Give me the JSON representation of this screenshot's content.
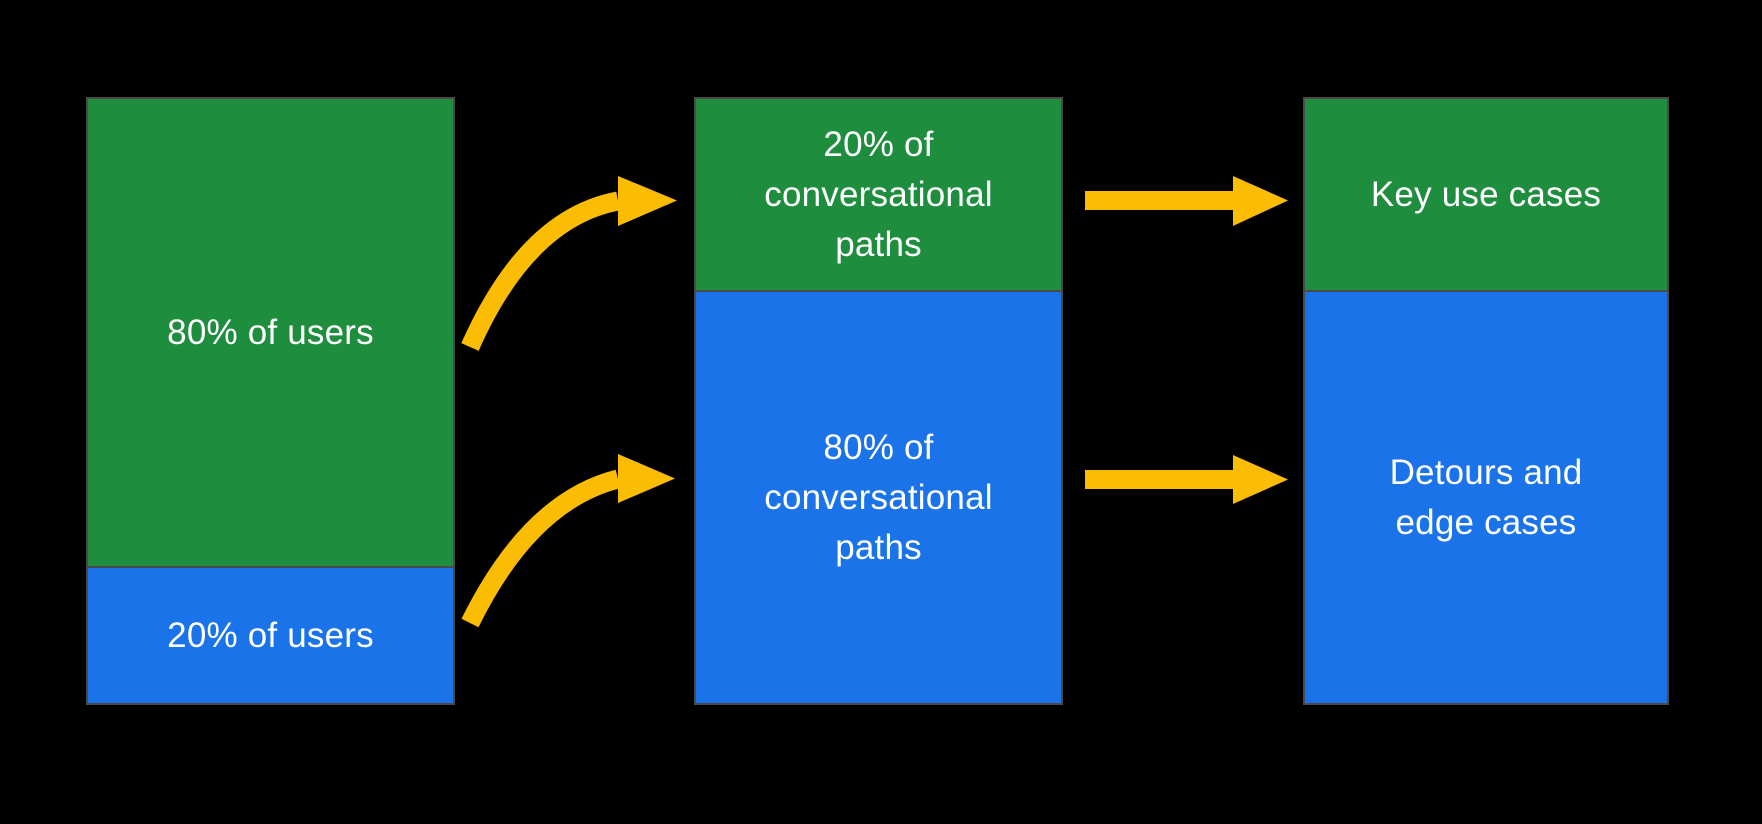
{
  "colors": {
    "background": "#000000",
    "green": "#1E8E3E",
    "blue": "#1A73E8",
    "arrow": "#FBBC04",
    "border": "#4A4A4A",
    "text": "#FFFFFF"
  },
  "diagram": {
    "columns": [
      {
        "name": "users",
        "segments": [
          {
            "label": "80% of users",
            "color": "green"
          },
          {
            "label": "20% of users",
            "color": "blue"
          }
        ]
      },
      {
        "name": "conversational-paths",
        "segments": [
          {
            "label": "20% of conversational paths",
            "color": "green"
          },
          {
            "label": "80% of conversational paths",
            "color": "blue"
          }
        ]
      },
      {
        "name": "outcomes",
        "segments": [
          {
            "label": "Key use cases",
            "color": "green"
          },
          {
            "label": "Detours and edge cases",
            "color": "blue"
          }
        ]
      }
    ],
    "arrows": [
      {
        "from": "80% of users",
        "to": "20% of conversational paths",
        "style": "curved"
      },
      {
        "from": "20% of users",
        "to": "80% of conversational paths",
        "style": "curved"
      },
      {
        "from": "20% of conversational paths",
        "to": "Key use cases",
        "style": "straight"
      },
      {
        "from": "80% of conversational paths",
        "to": "Detours and edge cases",
        "style": "straight"
      }
    ]
  }
}
